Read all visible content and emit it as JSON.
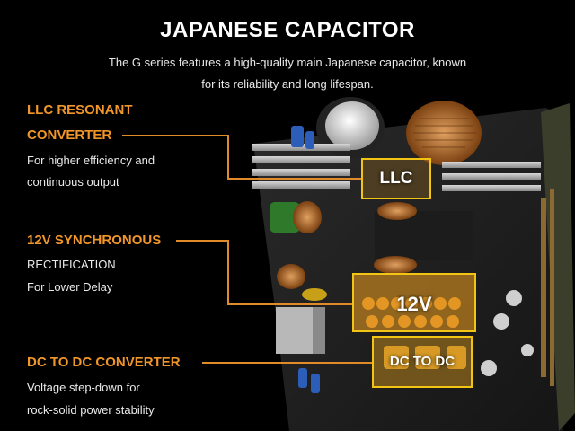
{
  "header": {
    "title": "JAPANESE CAPACITOR",
    "subtitle_line1": "The G series features a high-quality main Japanese capacitor, known",
    "subtitle_line2": "for its reliability and long lifespan."
  },
  "features": [
    {
      "title_line1": "LLC RESONANT",
      "title_line2": "CONVERTER",
      "desc_line1": "For higher efficiency and",
      "desc_line2": "continuous output"
    },
    {
      "title_line1": "12V SYNCHRONOUS",
      "desc_line1": "RECTIFICATION",
      "desc_line2": "For Lower Delay"
    },
    {
      "title_line1": "DC TO DC CONVERTER",
      "desc_line1": "Voltage step-down for",
      "desc_line2": "rock-solid power stability"
    }
  ],
  "board_labels": {
    "llc": "LLC",
    "v12": "12V",
    "dcdc": "DC TO DC"
  },
  "colors": {
    "accent_orange": "#f0962a",
    "highlight_yellow": "#f2c414",
    "background": "#000000"
  }
}
